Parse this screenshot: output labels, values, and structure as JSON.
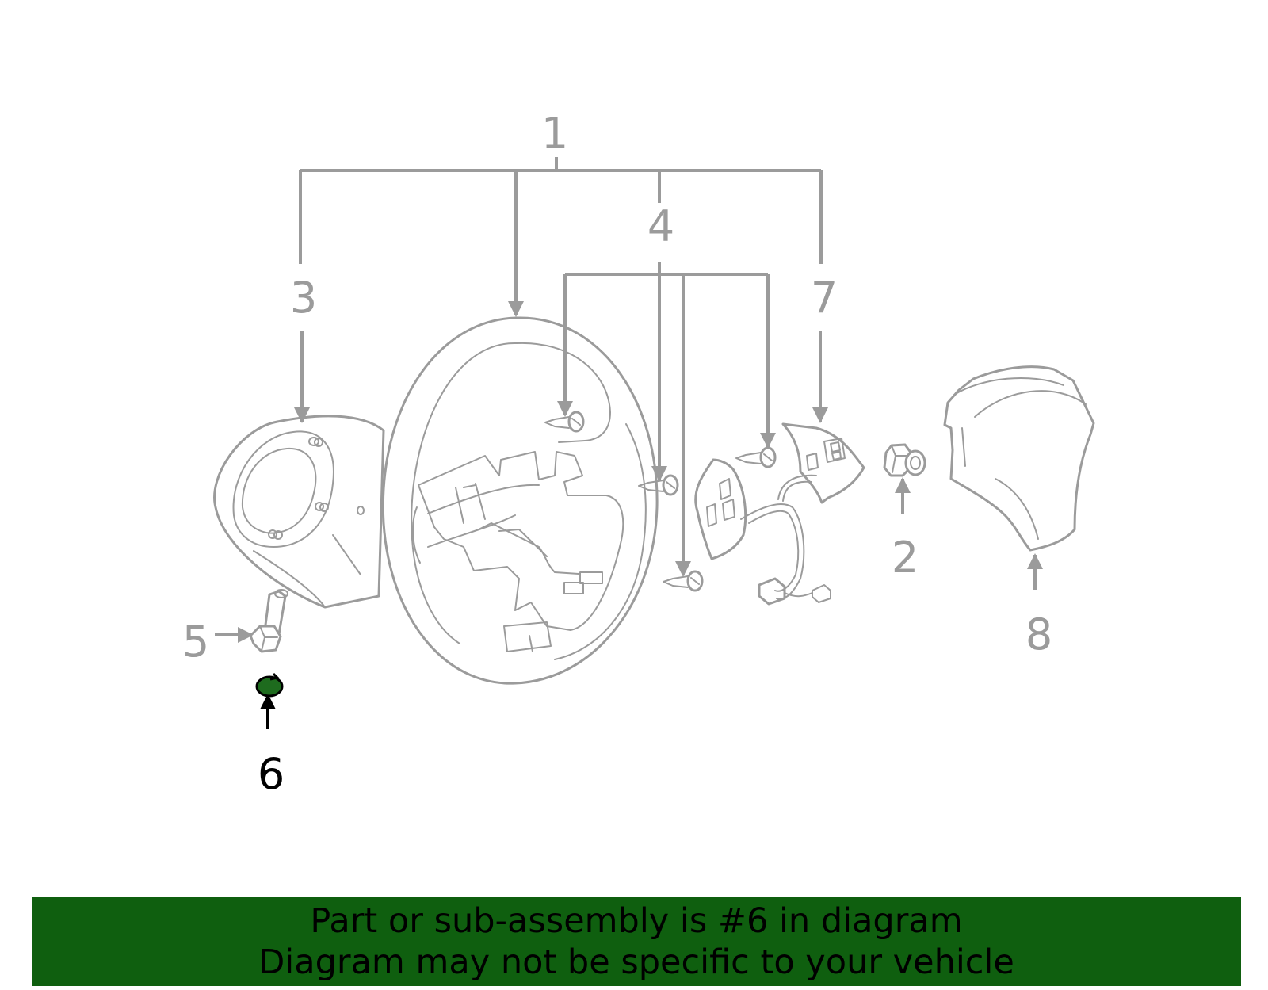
{
  "diagram": {
    "callouts": [
      {
        "id": "1",
        "label": "1"
      },
      {
        "id": "2",
        "label": "2"
      },
      {
        "id": "3",
        "label": "3"
      },
      {
        "id": "4",
        "label": "4"
      },
      {
        "id": "5",
        "label": "5"
      },
      {
        "id": "6",
        "label": "6",
        "highlighted": true
      },
      {
        "id": "7",
        "label": "7"
      },
      {
        "id": "8",
        "label": "8"
      }
    ],
    "line_color": "#9b9b9b",
    "highlight_part_color": "#1e6b1e"
  },
  "banner": {
    "line1": "Part or sub-assembly is #6 in diagram",
    "line2": "Diagram may not be specific to your vehicle",
    "background": "#0f5f0f"
  }
}
